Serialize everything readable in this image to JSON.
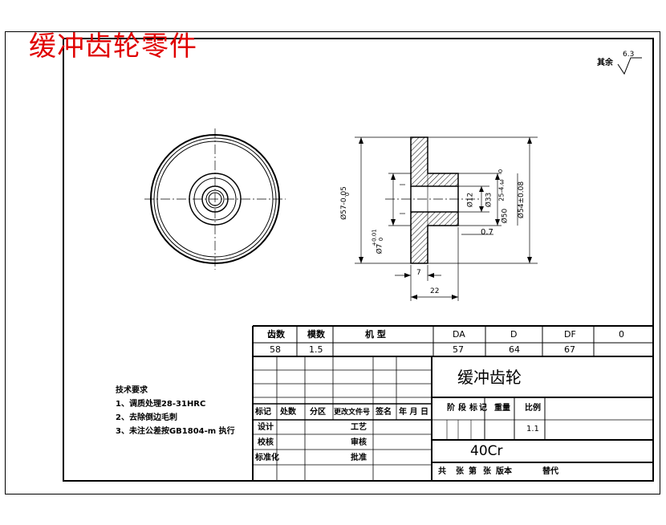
{
  "title": "缓冲齿轮零件",
  "surface_roughness": {
    "label": "其余",
    "value": "6.3"
  },
  "dimensions": {
    "d_outer": "Ø57-0.05",
    "d_outer_tol_top": "0",
    "d_bore": "Ø7",
    "d_bore_tol": "+0.01",
    "d_bore_tol_low": "0",
    "d_12": "Ø12",
    "d_33": "Ø33",
    "d_50": "Ø50",
    "d_50_tol": "25-4.ω",
    "d_50_tol_top": "0",
    "d_54": "Ø54±0.08",
    "chamfer": "0.7",
    "width_7": "7",
    "width_22": "22"
  },
  "params_table": {
    "headers": [
      "齿数",
      "模数",
      "机  型",
      "DA",
      "D",
      "DF",
      "0"
    ],
    "values": [
      "58",
      "1.5",
      "",
      "57",
      "64",
      "67",
      ""
    ]
  },
  "technical_requirements": {
    "title": "技术要求",
    "items": [
      "1、调质处理28-31HRC",
      "2、去除倒边毛刺",
      "3、未注公差按GB1804-m 执行"
    ]
  },
  "title_block": {
    "part_name": "缓冲齿轮",
    "material": "40Cr",
    "revision_headers": [
      "标记",
      "处数",
      "分区",
      "更改文件号",
      "签名",
      "年 月 日"
    ],
    "roles": [
      "设计",
      "校核",
      "标准化"
    ],
    "roles2": [
      "工艺",
      "审核",
      "批准"
    ],
    "stage_headers": [
      "阶",
      "段",
      "标",
      "记",
      "重量",
      "比例"
    ],
    "scale": "1.1",
    "footer": [
      "共",
      "张",
      "第",
      "张",
      "版本",
      "替代"
    ]
  }
}
